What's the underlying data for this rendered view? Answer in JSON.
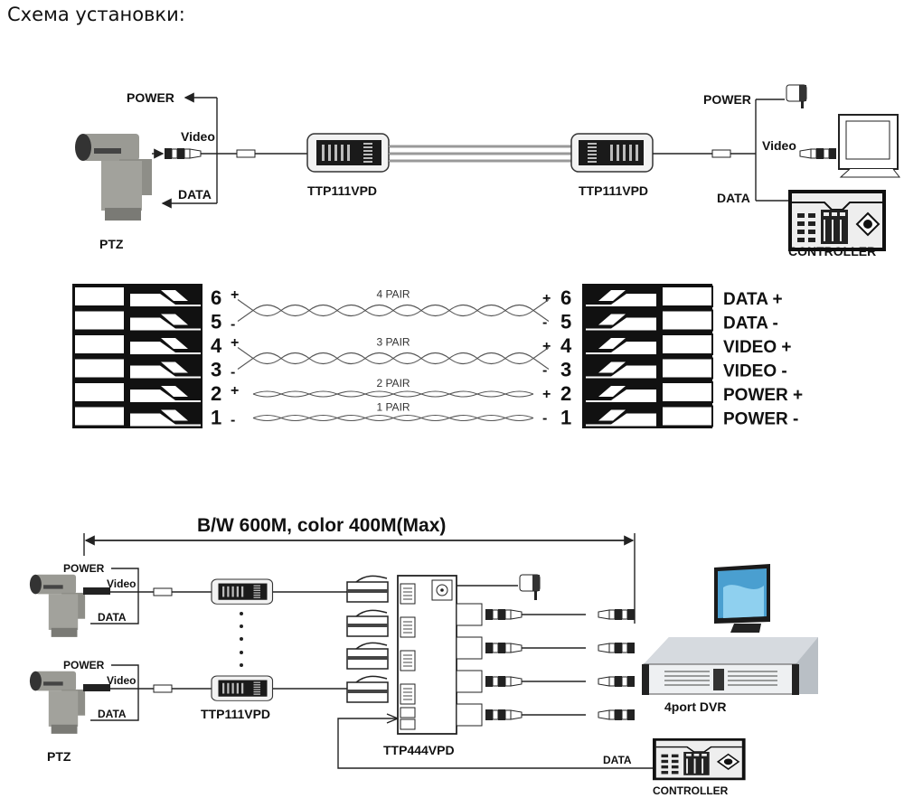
{
  "page_title": "Схема установки:",
  "top_diagram": {
    "camera_label": "PTZ",
    "left_power_label": "POWER",
    "left_video_label": "Video",
    "left_data_label": "DATA",
    "balun_left_label": "TTP111VPD",
    "balun_right_label": "TTP111VPD",
    "right_power_label": "POWER",
    "right_video_label": "Video",
    "right_data_label": "DATA",
    "controller_label": "CONTROLLER"
  },
  "wiring": {
    "pins": [
      {
        "pin": "6",
        "sign": "+",
        "function": "DATA +"
      },
      {
        "pin": "5",
        "sign": "-",
        "function": "DATA -"
      },
      {
        "pin": "4",
        "sign": "+",
        "function": "VIDEO +"
      },
      {
        "pin": "3",
        "sign": "-",
        "function": "VIDEO -"
      },
      {
        "pin": "2",
        "sign": "+",
        "function": "POWER +"
      },
      {
        "pin": "1",
        "sign": "-",
        "function": "POWER -"
      }
    ],
    "pairs": [
      {
        "label": "4 PAIR",
        "pins": [
          "6",
          "5"
        ]
      },
      {
        "label": "3 PAIR",
        "pins": [
          "4",
          "3"
        ]
      },
      {
        "label": "2 PAIR",
        "pins": [
          "2"
        ]
      },
      {
        "label": "1 PAIR",
        "pins": [
          "1"
        ]
      }
    ]
  },
  "bottom_diagram": {
    "distance_label": "B/W 600M, color 400M(Max)",
    "cameras": [
      {
        "power_label": "POWER",
        "video_label": "Video",
        "data_label": "DATA"
      },
      {
        "power_label": "POWER",
        "video_label": "Video",
        "data_label": "DATA"
      }
    ],
    "camera_label": "PTZ",
    "balun_label": "TTP111VPD",
    "hub_label": "TTP444VPD",
    "dvr_label": "4port DVR",
    "data_label": "DATA",
    "controller_label": "CONTROLLER",
    "hub_ports": 4
  }
}
